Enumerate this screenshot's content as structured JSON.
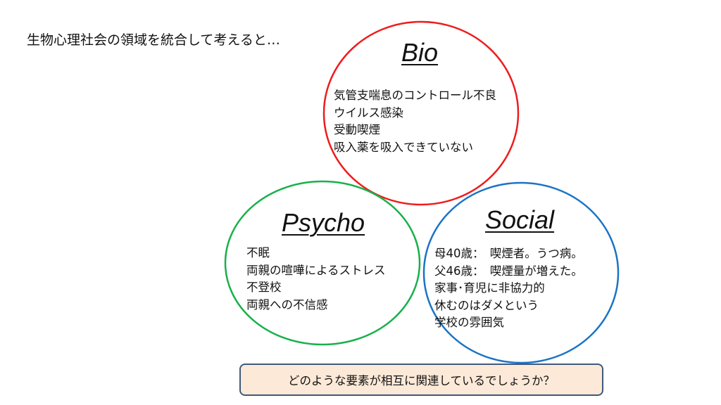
{
  "slide_title": "生物心理社会の領域を統合して考えると…",
  "colors": {
    "bio": "#ee1c1c",
    "psycho": "#19b04b",
    "social": "#1a73c6",
    "question_box_fill": "#fce9d8",
    "question_box_border": "#3f5a7a"
  },
  "bio": {
    "heading": "Bio",
    "items": [
      "気管支喘息のコントロール不良",
      "ウイルス感染",
      "受動喫煙",
      "吸入薬を吸入できていない"
    ]
  },
  "psycho": {
    "heading": "Psycho",
    "items": [
      "不眠",
      "両親の喧嘩によるストレス",
      "不登校",
      "両親への不信感"
    ]
  },
  "social": {
    "heading": "Social",
    "items": [
      "母40歳：　喫煙者。うつ病。",
      "父46歳：　喫煙量が増えた。",
      "家事･育児に非協力的",
      "休むのはダメという",
      "学校の雰囲気"
    ]
  },
  "question": "どのような要素が相互に関連しているでしょうか？"
}
